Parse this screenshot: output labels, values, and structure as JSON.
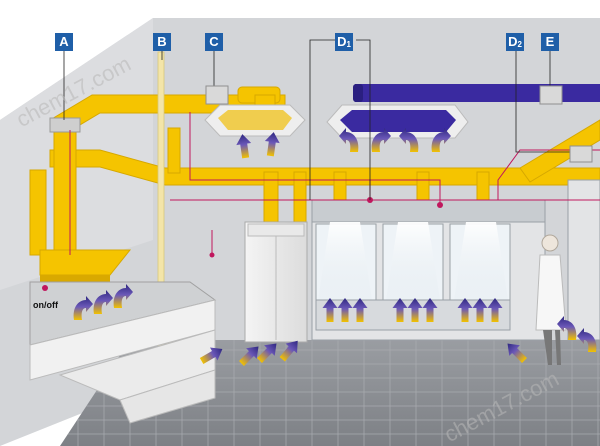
{
  "labels": {
    "a": "A",
    "b": "B",
    "c": "C",
    "d1_main": "D",
    "d1_sub": "1",
    "d2_main": "D",
    "d2_sub": "2",
    "e": "E"
  },
  "switch_text": "on/off",
  "watermarks": [
    "chem17.com",
    "chem17.com"
  ],
  "colors": {
    "duct_yellow": "#f5c400",
    "duct_blue": "#3a2aa0",
    "label_bg": "#1f5fa8",
    "wall": "#d2d4d6",
    "floor": "#8e9196",
    "signal_line": "#c0175d",
    "airflow_arrow": "#3b2f8c",
    "airflow_glow": "#f0b400"
  },
  "icons": [
    "airflow-arrow-icon",
    "fan-motor-icon",
    "valve-icon"
  ]
}
